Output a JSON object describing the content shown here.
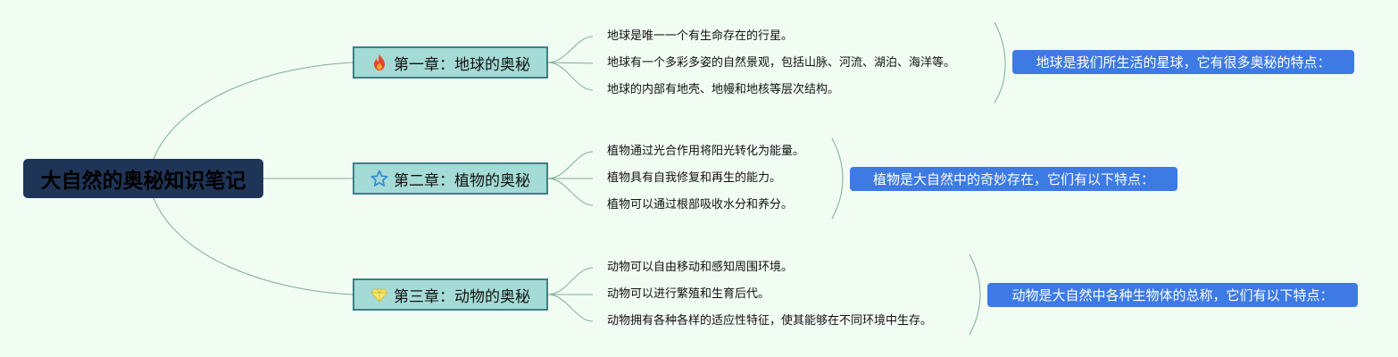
{
  "root": {
    "title": "大自然的奥秘知识笔记"
  },
  "colors": {
    "background": "#f1fcf3",
    "root_fill": "#1f3557",
    "chapter_fill": "#a5dbd6",
    "chapter_border": "#3e7f86",
    "summary_fill": "#3d7ae4",
    "link_color": "#7fae95"
  },
  "chapters": [
    {
      "title": "第一章：地球的奥秘",
      "icon": "fire-icon",
      "items": [
        "地球是唯一一个有生命存在的行星。",
        "地球有一个多彩多姿的自然景观，包括山脉、河流、湖泊、海洋等。",
        "地球的内部有地壳、地幔和地核等层次结构。"
      ],
      "summary": "地球是我们所生活的星球，它有很多奥秘的特点："
    },
    {
      "title": "第二章：植物的奥秘",
      "icon": "star-icon",
      "items": [
        "植物通过光合作用将阳光转化为能量。",
        "植物具有自我修复和再生的能力。",
        "植物可以通过根部吸收水分和养分。"
      ],
      "summary": "植物是大自然中的奇妙存在，它们有以下特点："
    },
    {
      "title": "第三章：动物的奥秘",
      "icon": "diamond-icon",
      "items": [
        "动物可以自由移动和感知周围环境。",
        "动物可以进行繁殖和生育后代。",
        "动物拥有各种各样的适应性特征，使其能够在不同环境中生存。"
      ],
      "summary": "动物是大自然中各种生物体的总称，它们有以下特点："
    }
  ]
}
